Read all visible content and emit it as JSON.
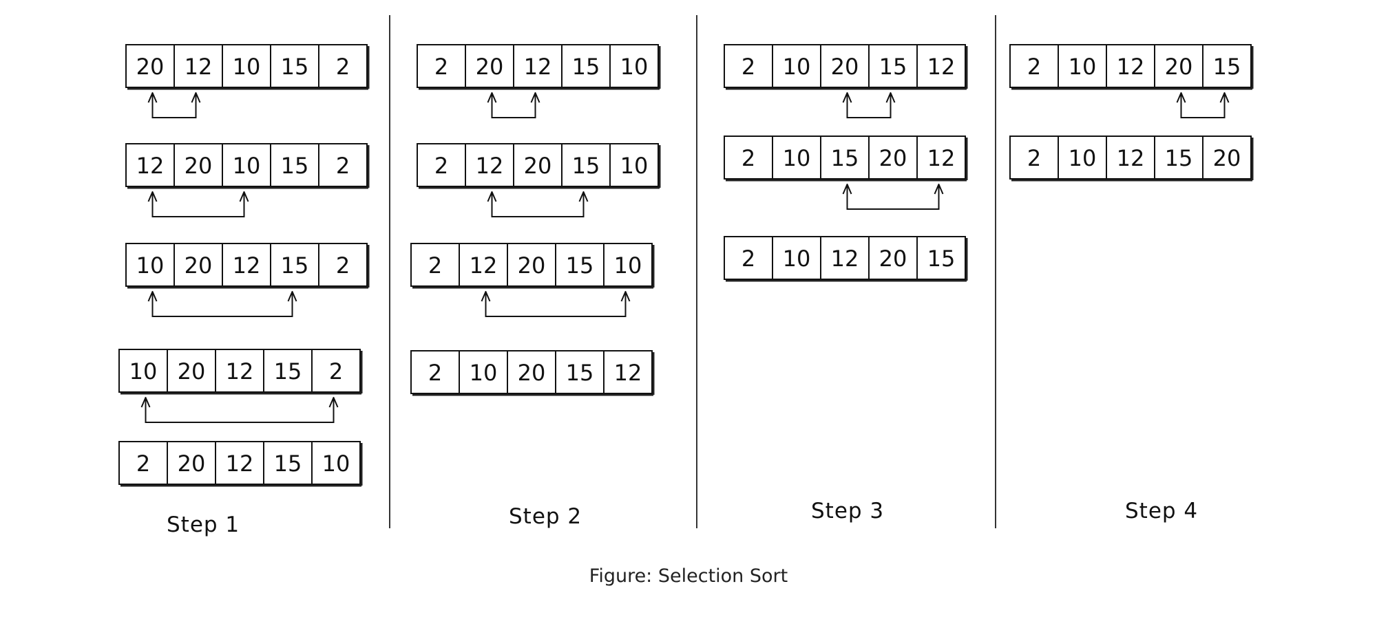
{
  "caption": "Figure: Selection Sort",
  "steps": [
    {
      "label": "Step 1",
      "arrays": [
        {
          "values": [
            "20",
            "12",
            "10",
            "15",
            "2"
          ],
          "swap": [
            0,
            1
          ]
        },
        {
          "values": [
            "12",
            "20",
            "10",
            "15",
            "2"
          ],
          "swap": [
            0,
            2
          ]
        },
        {
          "values": [
            "10",
            "20",
            "12",
            "15",
            "2"
          ],
          "swap": [
            0,
            3
          ]
        },
        {
          "values": [
            "10",
            "20",
            "12",
            "15",
            "2"
          ],
          "swap": [
            0,
            4
          ]
        },
        {
          "values": [
            "2",
            "20",
            "12",
            "15",
            "10"
          ]
        }
      ]
    },
    {
      "label": "Step 2",
      "arrays": [
        {
          "values": [
            "2",
            "20",
            "12",
            "15",
            "10"
          ],
          "swap": [
            1,
            2
          ]
        },
        {
          "values": [
            "2",
            "12",
            "20",
            "15",
            "10"
          ],
          "swap": [
            1,
            3
          ]
        },
        {
          "values": [
            "2",
            "12",
            "20",
            "15",
            "10"
          ],
          "swap": [
            1,
            4
          ]
        },
        {
          "values": [
            "2",
            "10",
            "20",
            "15",
            "12"
          ]
        }
      ]
    },
    {
      "label": "Step 3",
      "arrays": [
        {
          "values": [
            "2",
            "10",
            "20",
            "15",
            "12"
          ],
          "swap": [
            2,
            3
          ]
        },
        {
          "values": [
            "2",
            "10",
            "15",
            "20",
            "12"
          ],
          "swap": [
            2,
            4
          ]
        },
        {
          "values": [
            "2",
            "10",
            "12",
            "20",
            "15"
          ]
        }
      ]
    },
    {
      "label": "Step 4",
      "arrays": [
        {
          "values": [
            "2",
            "10",
            "12",
            "20",
            "15"
          ],
          "swap": [
            3,
            4
          ]
        },
        {
          "values": [
            "2",
            "10",
            "12",
            "15",
            "20"
          ]
        }
      ]
    }
  ]
}
